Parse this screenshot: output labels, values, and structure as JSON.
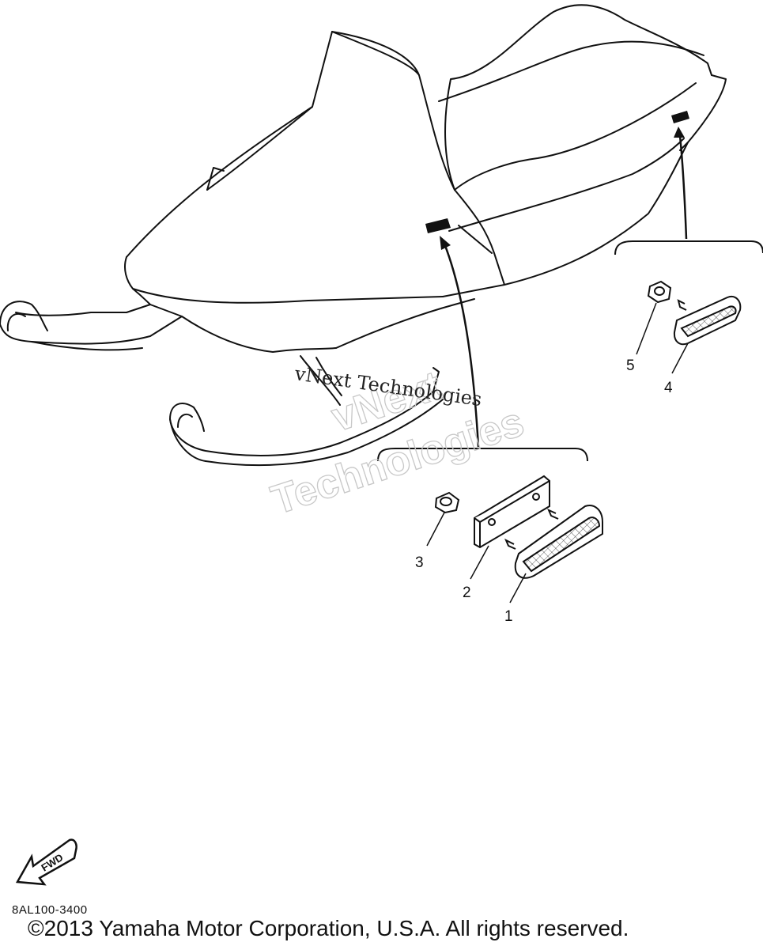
{
  "callouts": [
    {
      "number": "1",
      "part": "reflector-large"
    },
    {
      "number": "2",
      "part": "reflector-plate"
    },
    {
      "number": "3",
      "part": "nut"
    },
    {
      "number": "4",
      "part": "reflector-small"
    },
    {
      "number": "5",
      "part": "nut"
    }
  ],
  "watermark": {
    "serif_text": "vNext Technologies",
    "outline_line1": "vNext",
    "outline_line2": "Technologies"
  },
  "fwd_badge": "FWD",
  "diagram_code": "8AL100-3400",
  "copyright": "©2013 Yamaha Motor Corporation, U.S.A. All rights reserved.",
  "colors": {
    "line": "#111111",
    "watermark": "#c8c8c8"
  }
}
